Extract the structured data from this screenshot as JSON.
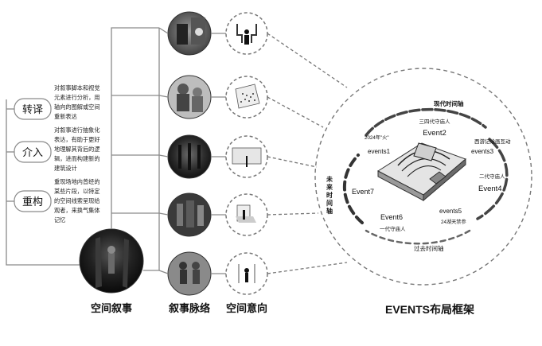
{
  "methods": [
    {
      "label": "转译",
      "desc": [
        "对叙事脚本和视觉",
        "元素进行分析，用",
        "轴向的图解或空间",
        "重新表达"
      ]
    },
    {
      "label": "介入",
      "desc": [
        "对叙事进行抽象化",
        "表达，有助于更好",
        "地理解其背后的逻",
        "辑，进而构建新的",
        "建筑设计"
      ]
    },
    {
      "label": "重构",
      "desc": [
        "重现场地内曾经的",
        "某些片段，以特定",
        "的空间线索呈现给",
        "观者，来换气集体",
        "记忆"
      ]
    }
  ],
  "columns": {
    "space_narrative": "空间叙事",
    "narrative_context": "叙事脉络",
    "space_intent": "空间意向",
    "events_framework": "EVENTS布局框架"
  },
  "events": {
    "modern_axis": "现代时间轴",
    "past_axis": "过去时间轴",
    "future_axis": "未来时间轴",
    "event1": "events1",
    "event2": "Event2",
    "event3": "events3",
    "event4": "Event4",
    "event5": "events5",
    "event6": "Event6",
    "event7": "Event7",
    "year_2024": "2024年\"火\"",
    "gen3": "三四代守庙人",
    "west_link": "西游记绘画互动",
    "gen2": "二代守庙人",
    "gen1": "一代守庙人",
    "hours24": "24湖天禁参"
  },
  "colors": {
    "stroke": "#8a8a8a",
    "dash": "#777777",
    "text": "#111111",
    "dark": "#1a1a1a"
  }
}
